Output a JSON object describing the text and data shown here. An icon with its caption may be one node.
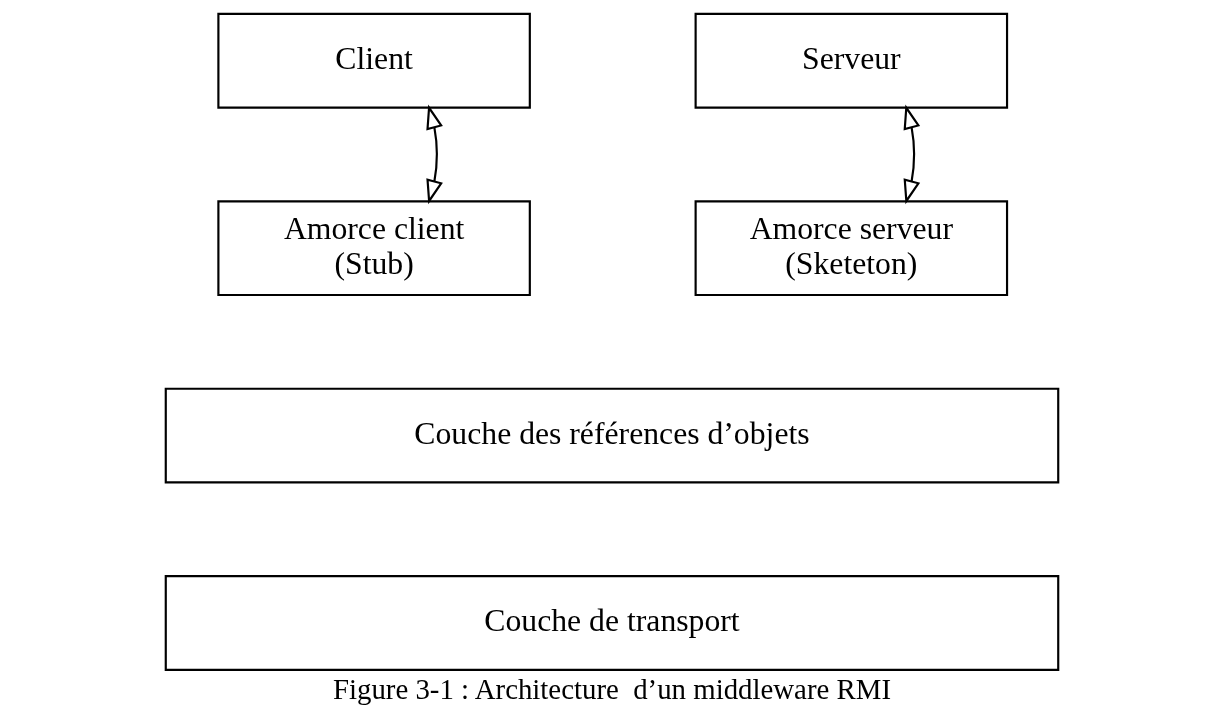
{
  "diagram": {
    "caption": "Figure 3-1 : Architecture  d’un middleware RMI",
    "nodes": [
      {
        "text": [
          "Client"
        ]
      },
      {
        "text": [
          "Serveur"
        ]
      },
      {
        "text": [
          "Amorce client (Stub)"
        ]
      },
      {
        "text": [
          "Amorce serveur (Sketeton)"
        ]
      },
      {
        "text": [
          "Couche des références d’objets"
        ]
      },
      {
        "text": [
          "Couche de transport"
        ]
      }
    ],
    "edges": [
      {
        "from": 0,
        "to": 2,
        "arrow": "both"
      },
      {
        "from": 1,
        "to": 3,
        "arrow": "both"
      }
    ]
  }
}
